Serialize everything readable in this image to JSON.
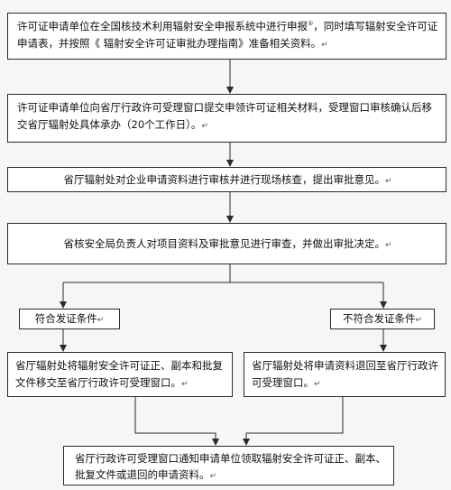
{
  "steps": {
    "s1": {
      "text_a": "许可证申请单位在全国核技术利用辐射安全申报系统中进行申报",
      "note": "①",
      "text_b": "，同时填写辐射安全许可证申请表，并按照《        辐射安全许可证审批办理指南》准备相关资料。",
      "mark": "↵"
    },
    "s2": {
      "text": "许可证申请单位向省厅行政许可受理窗口提交申领许可证相关材料，受理窗口审核确认后移交省厅辐射处具体承办（20个工作日）。",
      "mark": "↵"
    },
    "s3": {
      "text": "省厅辐射处对企业申请资料进行审核并进行现场核查，提出审批意见。",
      "mark": "↵"
    },
    "s4": {
      "text": "省核安全局负责人对项目资料及审批意见进行审查，并做出审批决定。",
      "mark": "↵"
    },
    "c_yes": {
      "text": "符合发证条件",
      "mark": "↵"
    },
    "c_no": {
      "text": "不符合发证条件",
      "mark": "↵"
    },
    "r_yes": {
      "text": "省厅辐射处将辐射安全许可证正、副本和批复文件移交至省厅行政许可受理窗口。",
      "mark": "↵"
    },
    "r_no": {
      "text": "省厅辐射处将申请资料退回至省厅行政许可受理窗口。",
      "mark": "↵"
    },
    "final": {
      "text": "省厅行政许可受理窗口通知申请单位领取辐射安全许可证正、副本、批复文件或退回的申请资料。",
      "mark": "↵"
    }
  }
}
